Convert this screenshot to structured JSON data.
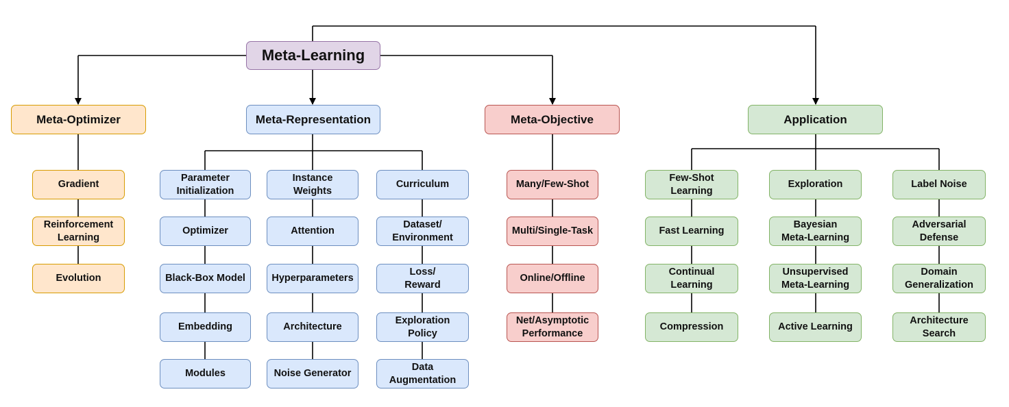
{
  "root": {
    "label": "Meta-Learning"
  },
  "categories": {
    "optimizer": {
      "label": "Meta-Optimizer",
      "items": [
        "Gradient",
        "Reinforcement\nLearning",
        "Evolution"
      ]
    },
    "representation": {
      "label": "Meta-Representation",
      "columns": [
        [
          "Parameter\nInitialization",
          "Optimizer",
          "Black-Box Model",
          "Embedding",
          "Modules"
        ],
        [
          "Instance\nWeights",
          "Attention",
          "Hyperparameters",
          "Architecture",
          "Noise Generator"
        ],
        [
          "Curriculum",
          "Dataset/\nEnvironment",
          "Loss/\nReward",
          "Exploration\nPolicy",
          "Data\nAugmentation"
        ]
      ]
    },
    "objective": {
      "label": "Meta-Objective",
      "items": [
        "Many/Few-Shot",
        "Multi/Single-Task",
        "Online/Offline",
        "Net/Asymptotic\nPerformance"
      ]
    },
    "application": {
      "label": "Application",
      "columns": [
        [
          "Few-Shot\nLearning",
          "Fast Learning",
          "Continual\nLearning",
          "Compression"
        ],
        [
          "Exploration",
          "Bayesian\nMeta-Learning",
          "Unsupervised\nMeta-Learning",
          "Active Learning"
        ],
        [
          "Label Noise",
          "Adversarial\nDefense",
          "Domain\nGeneralization",
          "Architecture\nSearch"
        ]
      ]
    }
  },
  "colors": {
    "root": "#e1d5e7",
    "optimizer": "#ffe6cc",
    "representation": "#dae8fc",
    "objective": "#f8cecc",
    "application": "#d5e8d4",
    "connector": "#000000"
  }
}
